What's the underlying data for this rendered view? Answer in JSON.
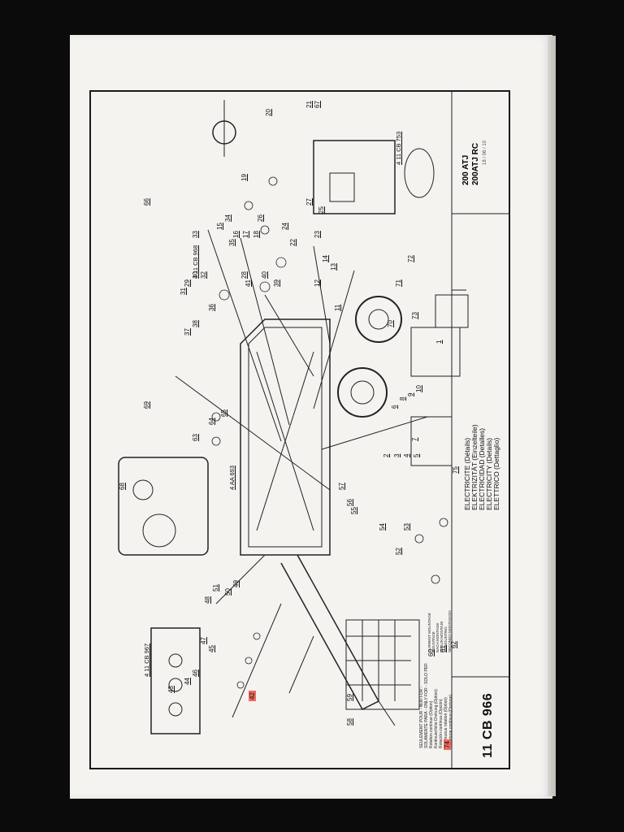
{
  "document": {
    "code": "11 CB 966",
    "model": [
      "200 ATJ",
      "200ATJ RC"
    ],
    "date": "18 / 06 / 10",
    "titles": [
      "ELECTRICITE (Détails)",
      "ELEKTRIZITÄT (Einzelteile)",
      "ELECTRICIDAD (Detalles)",
      "ELECTRICITY (Details)",
      "ELETTRICO (Dettaglio)"
    ],
    "legend": [
      "SEULEMENT POUR - NUR FÜR -",
      "SOLAMENTE PARA - ONLY FOR - SOLO PER",
      "Rotation continue (Option)",
      "Kontinuierliche Drehung (Option)",
      "Rotación continua (Opción)",
      "Continuous rotation (Option)",
      "Rotazione continua (Opzione)"
    ],
    "current_mounting": [
      "CURRENT MOUNTAGE",
      "MOUNTAGE",
      "NACH MONTAGE",
      "SEGUN MONTAJE",
      "AS MOUNTING",
      "SECONDO MONTAGGIO"
    ],
    "sub_refs": [
      "4 11 CB 968",
      "4 11 CB 753",
      "4 AA 693",
      "4 11 CB 967"
    ],
    "highlighted": [
      "42",
      "74"
    ],
    "part_numbers": [
      "1",
      "2",
      "3",
      "4",
      "5",
      "6",
      "7",
      "8",
      "9",
      "10",
      "11",
      "12",
      "13",
      "14",
      "15",
      "16",
      "17",
      "18",
      "19",
      "20",
      "21",
      "22",
      "23",
      "24",
      "25",
      "26",
      "27",
      "28",
      "29",
      "30",
      "31",
      "32",
      "33",
      "34",
      "35",
      "36",
      "37",
      "38",
      "39",
      "40",
      "41",
      "42",
      "43",
      "44",
      "45",
      "46",
      "47",
      "48",
      "49",
      "50",
      "51",
      "52",
      "53",
      "54",
      "55",
      "56",
      "57",
      "58",
      "59",
      "60",
      "61",
      "62",
      "63",
      "64",
      "65",
      "66",
      "67",
      "68",
      "69",
      "70",
      "71",
      "72",
      "73",
      "74",
      "75"
    ]
  }
}
